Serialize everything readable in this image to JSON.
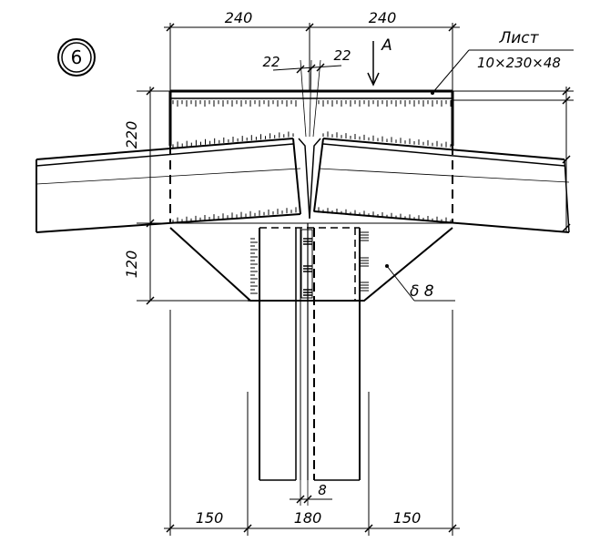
{
  "detail": {
    "badge": "6",
    "view_marker": "A"
  },
  "callouts": {
    "plate_title": "Лист",
    "plate_spec": "10×230×48",
    "gusset_thickness": "δ 8"
  },
  "dimensions": {
    "top_left": "240",
    "top_right": "240",
    "gap_left": "22",
    "gap_right": "22",
    "left_upper": "220",
    "left_lower": "120",
    "bottom_left": "150",
    "bottom_middle": "180",
    "bottom_right": "150",
    "web_gap": "8"
  }
}
